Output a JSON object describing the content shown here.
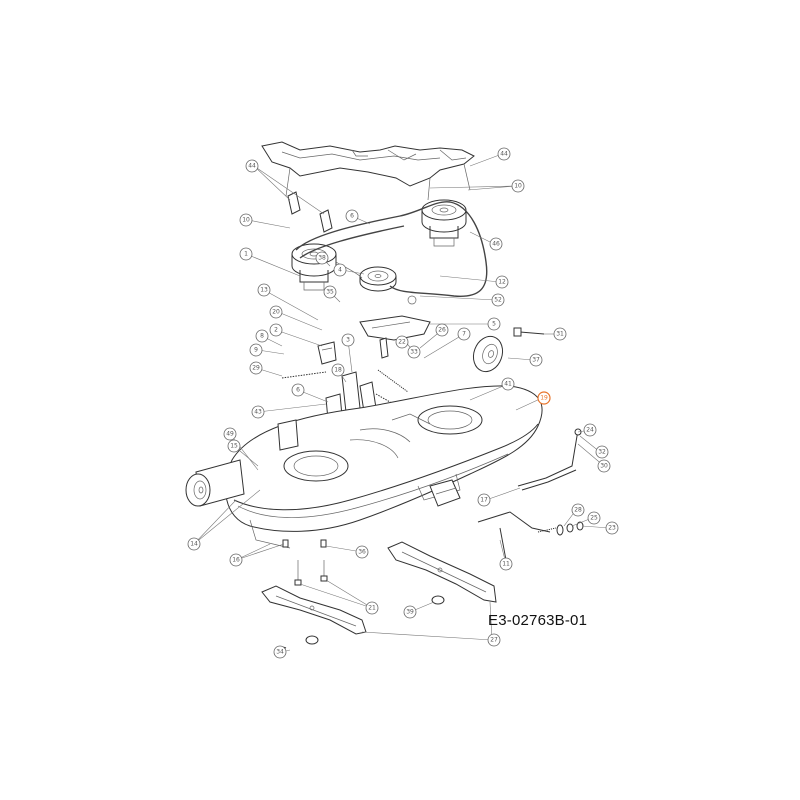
{
  "diagram": {
    "reference_code": "E3-02763B-01",
    "highlight_color": "#e8742a",
    "callouts": [
      {
        "id": "c-top-left",
        "label": "44"
      },
      {
        "id": "c-top-right",
        "label": "44"
      },
      {
        "id": "c-right-a",
        "label": "10"
      },
      {
        "id": "c-left-a",
        "label": "10"
      },
      {
        "id": "c-center-a",
        "label": "6"
      },
      {
        "id": "c-belt",
        "label": "46"
      },
      {
        "id": "c-pulley-1",
        "label": "1"
      },
      {
        "id": "c-pulley-38",
        "label": "38"
      },
      {
        "id": "c-pulley-4",
        "label": "4"
      },
      {
        "id": "c-12",
        "label": "12"
      },
      {
        "id": "c-13",
        "label": "13"
      },
      {
        "id": "c-35",
        "label": "35"
      },
      {
        "id": "c-52",
        "label": "52"
      },
      {
        "id": "c-5",
        "label": "5"
      },
      {
        "id": "c-31",
        "label": "31"
      },
      {
        "id": "c-20",
        "label": "20"
      },
      {
        "id": "c-2",
        "label": "2"
      },
      {
        "id": "c-8",
        "label": "8"
      },
      {
        "id": "c-9",
        "label": "9"
      },
      {
        "id": "c-29",
        "label": "29"
      },
      {
        "id": "c-26",
        "label": "26"
      },
      {
        "id": "c-7",
        "label": "7"
      },
      {
        "id": "c-22",
        "label": "22"
      },
      {
        "id": "c-33",
        "label": "33"
      },
      {
        "id": "c-37",
        "label": "37"
      },
      {
        "id": "c-3",
        "label": "3"
      },
      {
        "id": "c-18",
        "label": "18"
      },
      {
        "id": "c-6b",
        "label": "6"
      },
      {
        "id": "c-43",
        "label": "43"
      },
      {
        "id": "c-41",
        "label": "41"
      },
      {
        "id": "c-19",
        "label": "19"
      },
      {
        "id": "c-49",
        "label": "49"
      },
      {
        "id": "c-15",
        "label": "15"
      },
      {
        "id": "c-14",
        "label": "14"
      },
      {
        "id": "c-16",
        "label": "16"
      },
      {
        "id": "c-36",
        "label": "36"
      },
      {
        "id": "c-21",
        "label": "21"
      },
      {
        "id": "c-39",
        "label": "39"
      },
      {
        "id": "c-34",
        "label": "34"
      },
      {
        "id": "c-27",
        "label": "27"
      },
      {
        "id": "c-11",
        "label": "11"
      },
      {
        "id": "c-17",
        "label": "17"
      },
      {
        "id": "c-30",
        "label": "30"
      },
      {
        "id": "c-32",
        "label": "32"
      },
      {
        "id": "c-28",
        "label": "28"
      },
      {
        "id": "c-25",
        "label": "25"
      },
      {
        "id": "c-23",
        "label": "23"
      },
      {
        "id": "c-24",
        "label": "24"
      }
    ]
  }
}
